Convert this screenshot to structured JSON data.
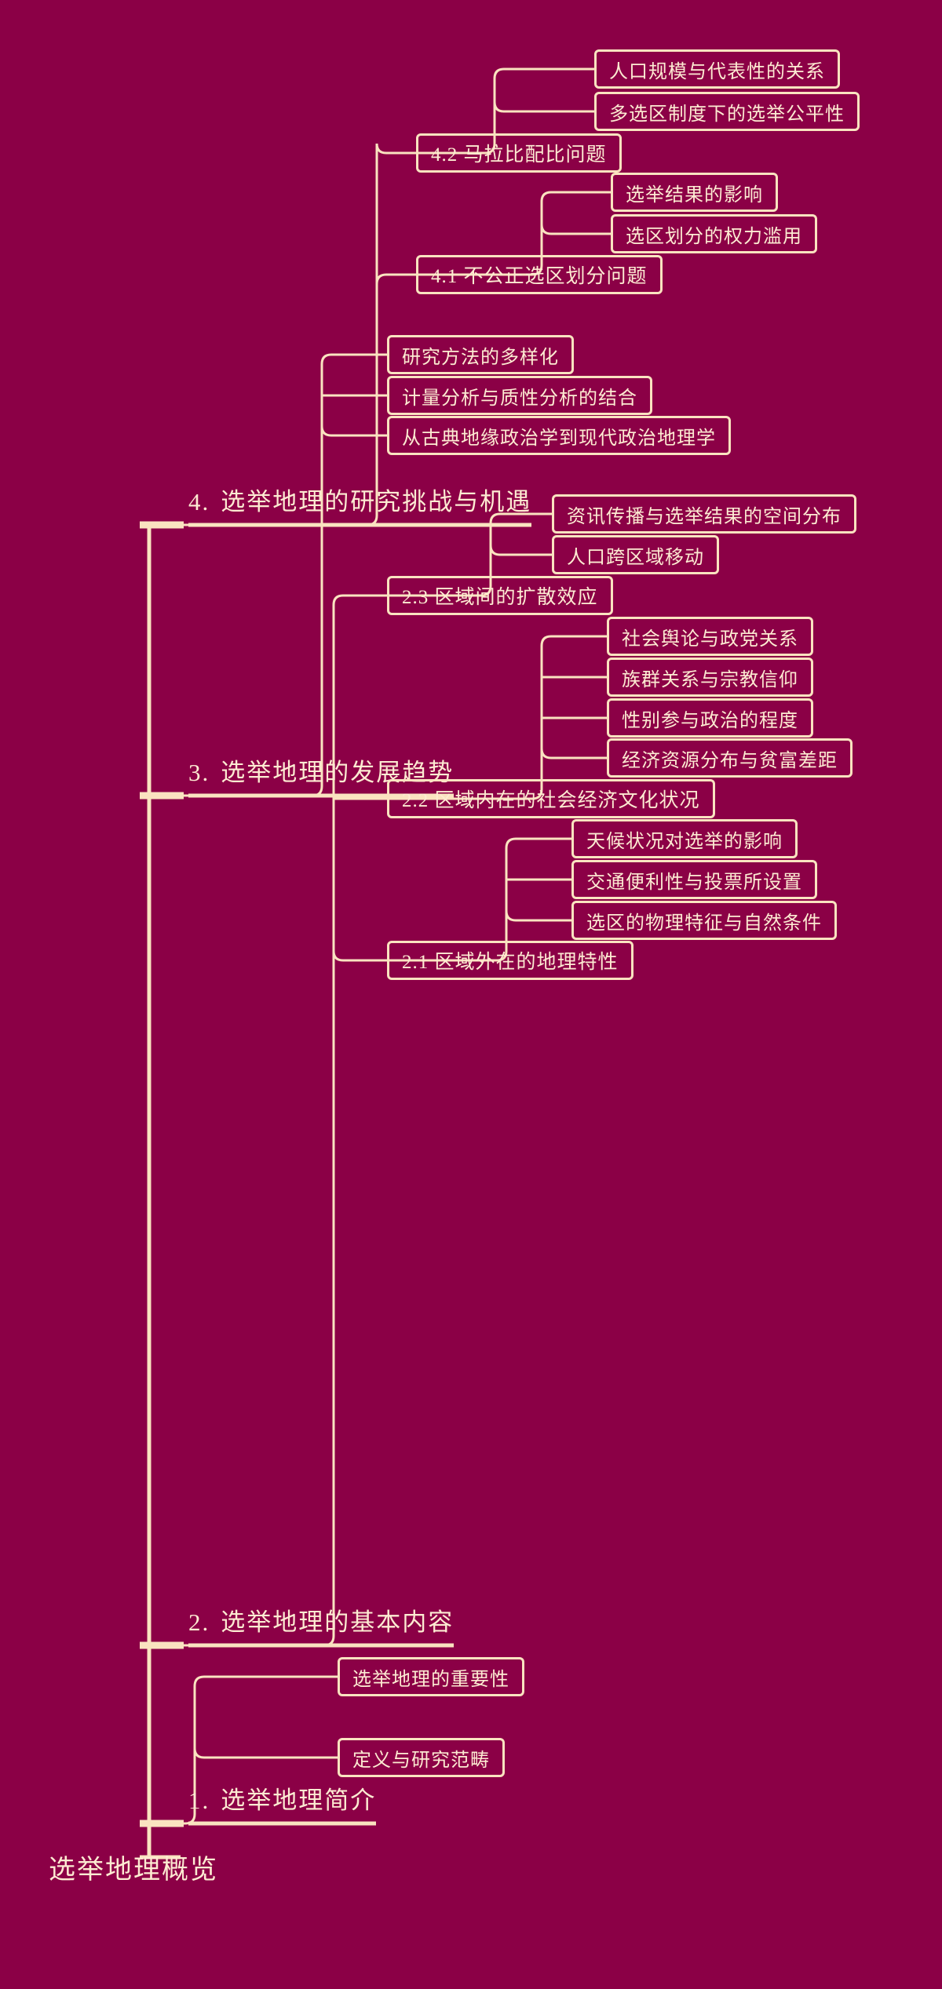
{
  "theme": {
    "background": "#8B0046",
    "stroke": "#FAE3C0",
    "text": "#FDEBD2"
  },
  "root": {
    "title": "选举地理概览"
  },
  "sections": [
    {
      "number": "1.",
      "title": "选举地理简介",
      "children": [
        {
          "label": "选举地理的重要性"
        },
        {
          "label": "定义与研究范畴"
        }
      ]
    },
    {
      "number": "2.",
      "title": "选举地理的基本内容",
      "children": [
        {
          "label": "2.1  区域外在的地理特性",
          "children": [
            {
              "label": "天候状况对选举的影响"
            },
            {
              "label": "交通便利性与投票所设置"
            },
            {
              "label": "选区的物理特征与自然条件"
            }
          ]
        },
        {
          "label": "2.2  区域内在的社会经济文化状况",
          "children": [
            {
              "label": "社会舆论与政党关系"
            },
            {
              "label": "族群关系与宗教信仰"
            },
            {
              "label": "性别参与政治的程度"
            },
            {
              "label": "经济资源分布与贫富差距"
            }
          ]
        },
        {
          "label": "2.3  区域间的扩散效应",
          "children": [
            {
              "label": "资讯传播与选举结果的空间分布"
            },
            {
              "label": "人口跨区域移动"
            }
          ]
        }
      ]
    },
    {
      "number": "3.",
      "title": "选举地理的发展趋势",
      "children": [
        {
          "label": "研究方法的多样化"
        },
        {
          "label": "计量分析与质性分析的结合"
        },
        {
          "label": "从古典地缘政治学到现代政治地理学"
        }
      ]
    },
    {
      "number": "4.",
      "title": "选举地理的研究挑战与机遇",
      "children": [
        {
          "label": "4.1  不公正选区划分问题",
          "children": [
            {
              "label": "选举结果的影响"
            },
            {
              "label": "选区划分的权力滥用"
            }
          ]
        },
        {
          "label": "4.2  马拉比配比问题",
          "children": [
            {
              "label": "人口规模与代表性的关系"
            },
            {
              "label": "多选区制度下的选举公平性"
            }
          ]
        }
      ]
    }
  ],
  "nodes": {
    "s4_2_c1": "人口规模与代表性的关系",
    "s4_2_c2": "多选区制度下的选举公平性",
    "s4_2": "4.2  马拉比配比问题",
    "s4_1_c1": "选举结果的影响",
    "s4_1_c2": "选区划分的权力滥用",
    "s4_1": "4.1  不公正选区划分问题",
    "h4_num": "4.",
    "h4_title": "选举地理的研究挑战与机遇",
    "s3_c1": "研究方法的多样化",
    "s3_c2": "计量分析与质性分析的结合",
    "s3_c3": "从古典地缘政治学到现代政治地理学",
    "h3_num": "3.",
    "h3_title": "选举地理的发展趋势",
    "s2_3_c1": "资讯传播与选举结果的空间分布",
    "s2_3_c2": "人口跨区域移动",
    "s2_3": "2.3  区域间的扩散效应",
    "s2_2_c1": "社会舆论与政党关系",
    "s2_2_c2": "族群关系与宗教信仰",
    "s2_2_c3": "性别参与政治的程度",
    "s2_2_c4": "经济资源分布与贫富差距",
    "s2_2": "2.2  区域内在的社会经济文化状况",
    "s2_1_c1": "天候状况对选举的影响",
    "s2_1_c2": "交通便利性与投票所设置",
    "s2_1_c3": "选区的物理特征与自然条件",
    "s2_1": "2.1  区域外在的地理特性",
    "h2_num": "2.",
    "h2_title": "选举地理的基本内容",
    "s1_c1": "选举地理的重要性",
    "s1_c2": "定义与研究范畴",
    "h1_num": "1.",
    "h1_title": "选举地理简介",
    "root_title": "选举地理概览"
  }
}
